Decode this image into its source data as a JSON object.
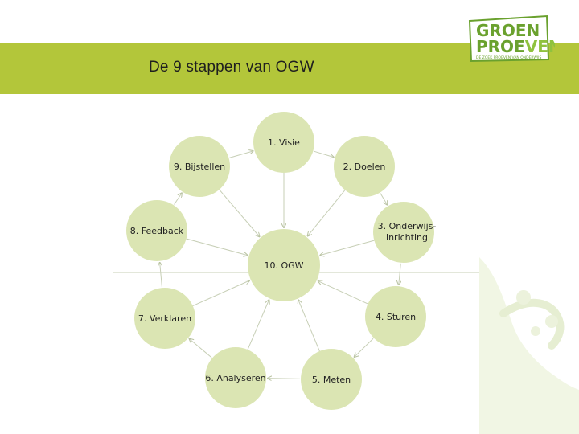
{
  "header": {
    "title": "De 9 stappen van OGW",
    "logo_line1": "GROEN",
    "logo_line2_a": "PROE",
    "logo_line2_b": "VEN",
    "logo_tagline": "DE ZOEK PROEVEN VAN ONDERWIJS"
  },
  "diagram": {
    "center": "10. OGW",
    "steps": [
      {
        "label": "1. Visie"
      },
      {
        "label": "2. Doelen"
      },
      {
        "label": "3. Onderwijs-",
        "label2": "inrichting"
      },
      {
        "label": "4. Sturen"
      },
      {
        "label": "5. Meten"
      },
      {
        "label": "6. Analyseren"
      },
      {
        "label": "7. Verklaren"
      },
      {
        "label": "8. Feedback"
      },
      {
        "label": "9. Bijstellen"
      }
    ]
  },
  "colors": {
    "band": "#b3c63a",
    "node_fill": "#dbe5b3",
    "arrow": "#c7cfb6",
    "logo_green": "#6aa12e"
  }
}
